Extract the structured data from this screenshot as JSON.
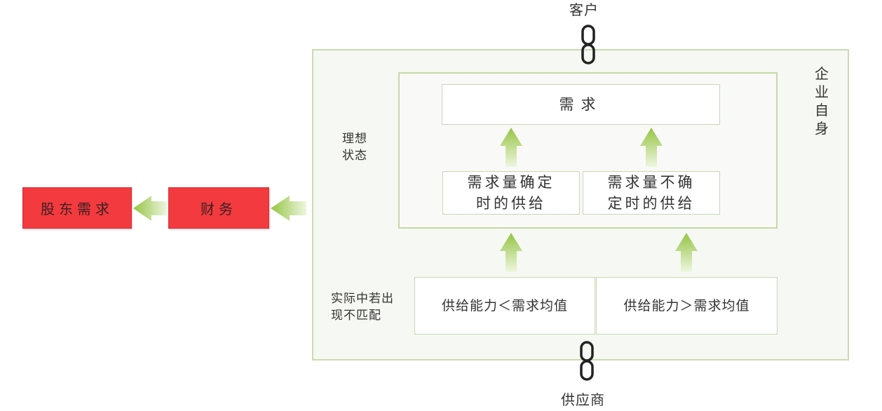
{
  "top_label": "客户",
  "bottom_label": "供应商",
  "side_label_chars": [
    "企",
    "业",
    "自",
    "身"
  ],
  "ideal_state": {
    "line1": "理想",
    "line2": "状态"
  },
  "mismatch": {
    "line1": "实际中若出",
    "line2": "现不匹配"
  },
  "demand": "需求",
  "certain": {
    "line1": "需求量确定",
    "line2": "时的供给"
  },
  "uncertain": {
    "line1": "需求量不确",
    "line2": "定时的供给"
  },
  "supply_low": "供给能力＜需求均值",
  "supply_high": "供给能力＞需求均值",
  "finance": "财务",
  "shareholder": "股东需求",
  "colors": {
    "arrow": "#9dca4a",
    "red_box": "#f23a3f",
    "outer_border": "#c9dcae"
  }
}
